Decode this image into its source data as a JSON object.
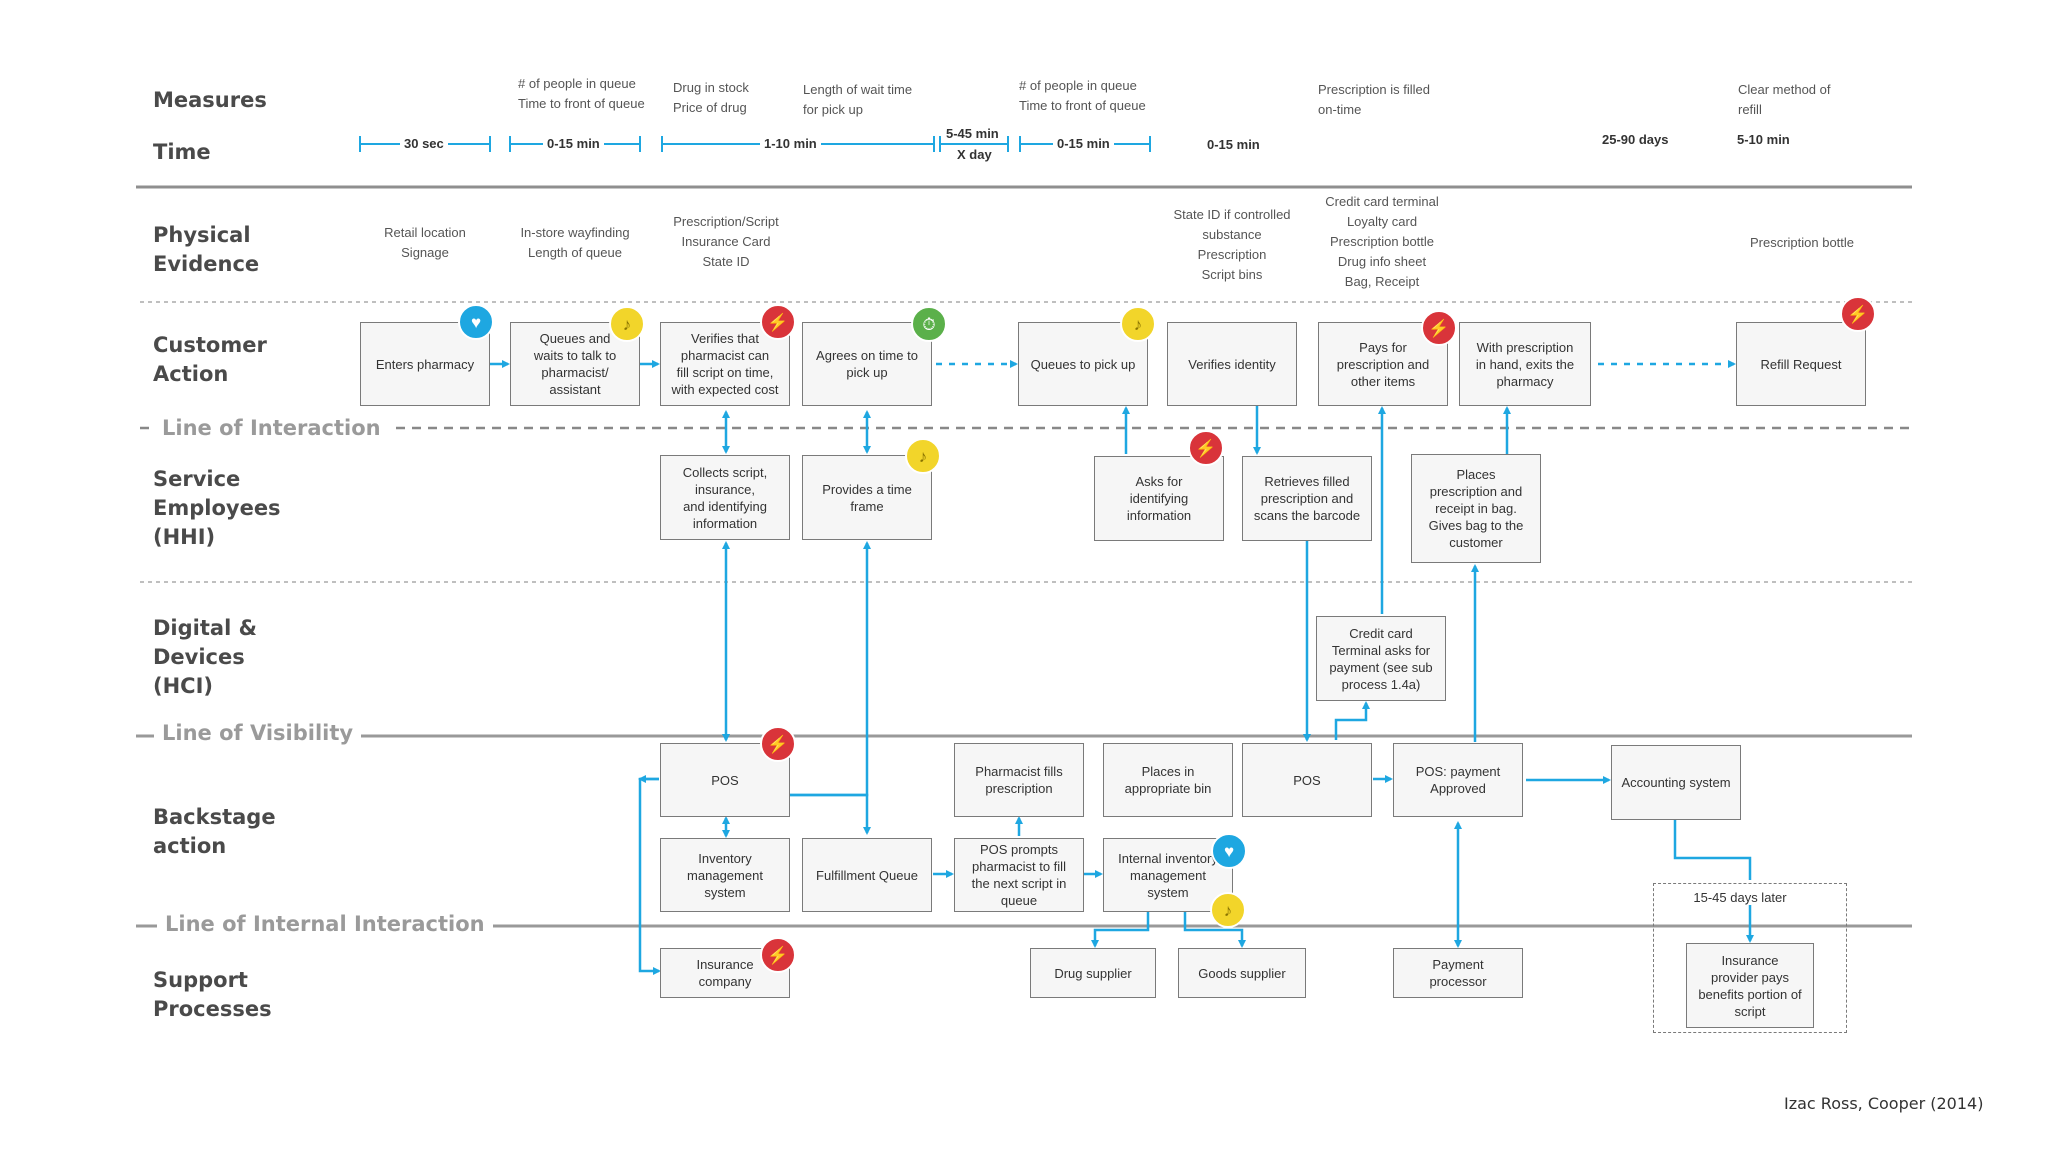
{
  "rows": {
    "measures": "Measures",
    "time": "Time",
    "physical": "Physical\nEvidence",
    "customer": "Customer\nAction",
    "service": "Service\nEmployees\n(HHI)",
    "digital": "Digital &\nDevices\n(HCI)",
    "backstage": "Backstage\naction",
    "support": "Support\nProcesses"
  },
  "lines": {
    "interaction": "Line of Interaction",
    "visibility": "Line of Visibility",
    "internal": "Line of Internal Interaction"
  },
  "measures": {
    "m1": "# of people in queue\nTime to front of queue",
    "m2": "Drug in stock\nPrice of drug",
    "m3": "Length of wait time\nfor pick up",
    "m4": "# of people in queue\nTime to front of queue",
    "m5": "Prescription is filled\non-time",
    "m6": "Clear method of\nrefill"
  },
  "time": {
    "t1": "30 sec",
    "t2": "0-15 min",
    "t3": "1-10 min",
    "t4a": "5-45 min",
    "t4b": "X day",
    "t5": "0-15 min",
    "t6": "0-15 min",
    "t7": "25-90 days",
    "t8": "5-10 min"
  },
  "physical": {
    "p1": "Retail location\nSignage",
    "p2": "In-store wayfinding\nLength of queue",
    "p3": "Prescription/Script\nInsurance Card\nState ID",
    "p4": "State ID if controlled\nsubstance\nPrescription\nScript bins",
    "p5": "Credit card terminal\nLoyalty card\nPrescription bottle\nDrug info sheet\nBag, Receipt",
    "p6": "Prescription bottle"
  },
  "customer": {
    "c1": "Enters pharmacy",
    "c2": "Queues and\nwaits to talk to\npharmacist/\nassistant",
    "c3": "Verifies that\npharmacist can\nfill script on time,\nwith expected cost",
    "c4": "Agrees on time to\npick up",
    "c5": "Queues to pick up",
    "c6": "Verifies identity",
    "c7": "Pays for\nprescription and\nother items",
    "c8": "With prescription\nin hand, exits the\npharmacy",
    "c9": "Refill Request"
  },
  "service": {
    "s1": "Collects script,\ninsurance,\nand identifying\ninformation",
    "s2": "Provides a time\nframe",
    "s3": "Asks for\nidentifying\ninformation",
    "s4": "Retrieves filled\nprescription and\nscans the barcode",
    "s5": "Places\nprescription and\nreceipt in bag.\nGives bag to the\ncustomer"
  },
  "digital": {
    "d1": "Credit card\nTerminal asks for\npayment (see sub\nprocess 1.4a)"
  },
  "backstage": {
    "b1": "POS",
    "b2": "Inventory\nmanagement\nsystem",
    "b3": "Fulfillment Queue",
    "b4": "Pharmacist fills\nprescription",
    "b5": "POS prompts\npharmacist to fill\nthe next script in\nqueue",
    "b6": "Places in\nappropriate bin",
    "b7": "Internal inventory\nmanagement\nsystem",
    "b8": "POS",
    "b9": "POS: payment\nApproved",
    "b10": "Accounting system",
    "note": "15-45 days later"
  },
  "support": {
    "u1": "Insurance\ncompany",
    "u2": "Drug supplier",
    "u3": "Goods supplier",
    "u4": "Payment\nprocessor",
    "u5": "Insurance\nprovider pays\nbenefits portion of\nscript"
  },
  "colors": {
    "arrow": "#1ea7e1",
    "pain": "#d9343a",
    "delight": "#1ea7e1",
    "note": "#f2d52a",
    "success": "#5bb04a"
  },
  "icons": {
    "pain": "storm-icon",
    "delight": "heart-icon",
    "note": "note-icon",
    "success": "stopwatch-icon"
  },
  "credit": "Izac Ross, Cooper (2014)"
}
